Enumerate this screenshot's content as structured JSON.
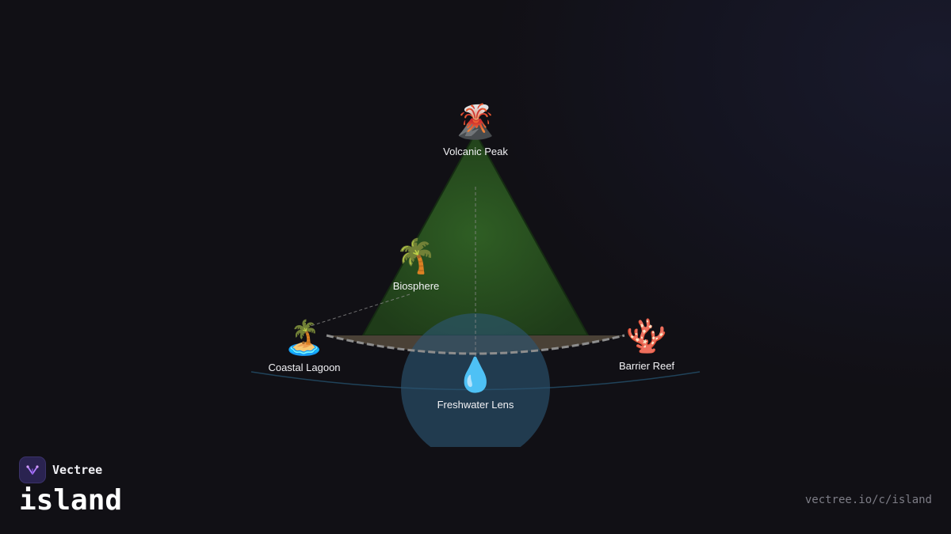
{
  "diagram": {
    "nodes": {
      "volcanic_peak": {
        "label": "Volcanic Peak",
        "icon": "volcano-icon"
      },
      "biosphere": {
        "label": "Biosphere",
        "icon": "palm-tree-icon"
      },
      "coastal_lagoon": {
        "label": "Coastal Lagoon",
        "icon": "desert-island-icon"
      },
      "freshwater_lens": {
        "label": "Freshwater Lens",
        "icon": "droplet-icon"
      },
      "barrier_reef": {
        "label": "Barrier Reef",
        "icon": "coral-icon"
      }
    },
    "colors": {
      "mountain": "#2c5a22",
      "freshwater": "#2c5672",
      "ground": "#4a4136",
      "sea_line": "#20435a"
    }
  },
  "brand": {
    "name": "Vectree",
    "title": "island",
    "url": "vectree.io/c/island"
  }
}
